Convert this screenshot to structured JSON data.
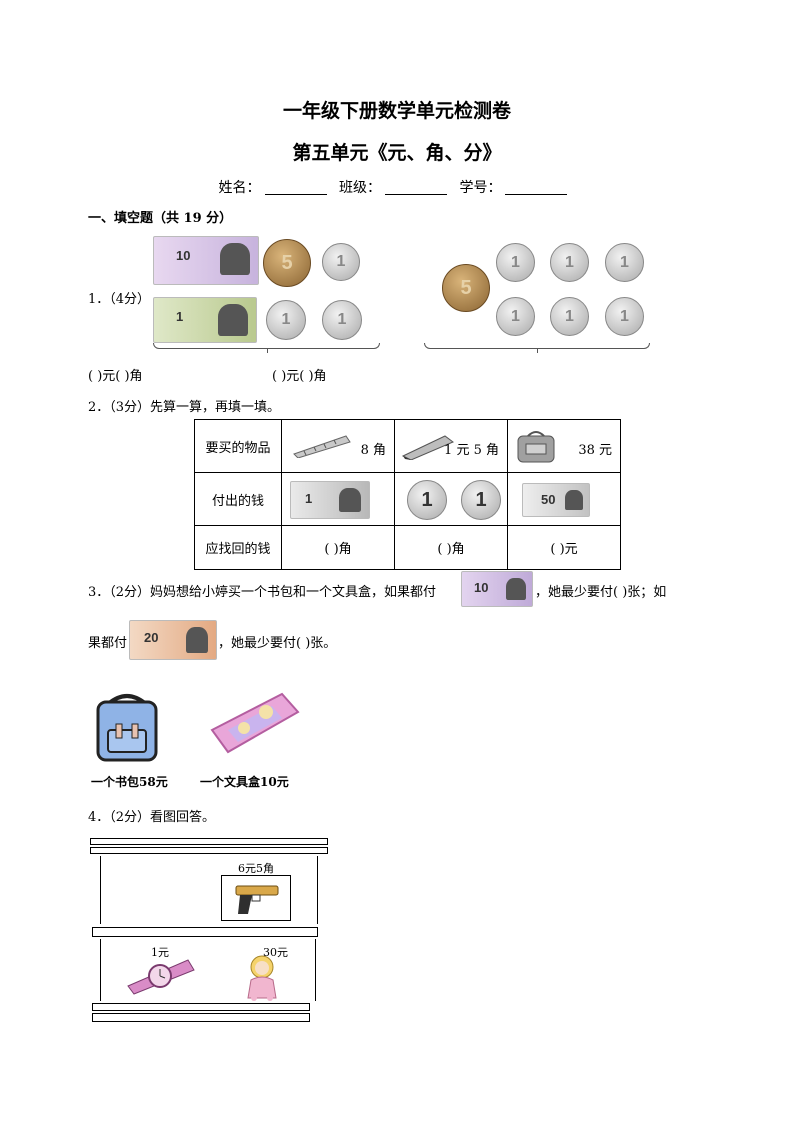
{
  "header": {
    "title": "一年级下册数学单元检测卷",
    "subtitle": "第五单元《元、角、分》",
    "name_label": "姓名：",
    "class_label": "班级：",
    "id_label": "学号："
  },
  "section1": {
    "heading": "一、填空题（共 19 分）"
  },
  "q1": {
    "label": "1．（4分）",
    "answer_left": "(            )元(            )角",
    "answer_right": "(            )元(            )角",
    "left_notes": [
      "10",
      "1"
    ],
    "left_coins": [
      "5",
      "1",
      "1",
      "1"
    ],
    "right_coins": [
      "5",
      "1",
      "1",
      "1",
      "1",
      "1",
      "1"
    ]
  },
  "q2": {
    "label": "2．（3分）先算一算，再填一填。",
    "row_headers": [
      "要买的物品",
      "付出的钱",
      "应找回的钱"
    ],
    "prices": [
      "8 角",
      "1 元 5 角",
      "38 元"
    ],
    "paid_notes": [
      "1",
      "1",
      "1",
      "50"
    ],
    "change": [
      "(          )角",
      "(          )角",
      "(          )元"
    ]
  },
  "q3": {
    "label": "3．（2分）妈妈想给小婷买一个书包和一个文具盒，如果都付",
    "mid": "，她最少要付(          )张；如",
    "line2_a": "果都付",
    "line2_b": "，她最少要付(          )张。",
    "note1": "10",
    "note2": "20",
    "bag_caption": "一个书包58元",
    "case_caption": "一个文具盒10元"
  },
  "q4": {
    "label": "4．（2分）看图回答。",
    "gun_price": "6元5角",
    "watch_price": "1元",
    "doll_price": "30元"
  }
}
